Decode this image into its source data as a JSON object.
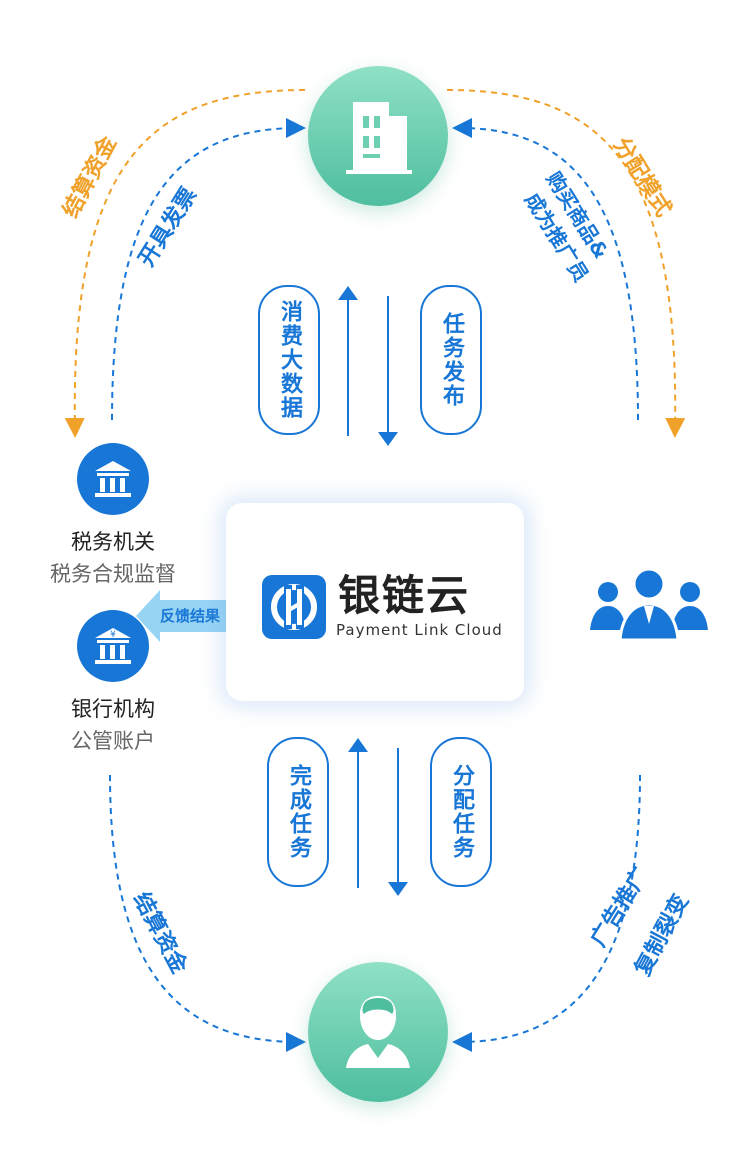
{
  "nodes": {
    "platform": {
      "name": "银链云",
      "subtitle": "Payment Link Cloud"
    },
    "tax": {
      "title": "税务机关",
      "subtitle": "税务合规监督"
    },
    "bank": {
      "title": "银行机构",
      "subtitle": "公管账户",
      "feedback": "反馈结果"
    }
  },
  "top_labels": {
    "left_outer": "结算资金",
    "left_inner": "开具发票",
    "right_outer": "分配模式",
    "right_inner_line1": "购买商品&",
    "right_inner_line2": "成为推广员"
  },
  "upper_pills": {
    "left": "消费大数据",
    "right": "任务发布"
  },
  "lower_pills": {
    "left": "完成任务",
    "right": "分配任务"
  },
  "bottom_labels": {
    "left": "结算资金",
    "right_line1": "复制裂变",
    "right_line2": "广告推广"
  },
  "colors": {
    "teal": "#5cc6a8",
    "blue": "#1877d6",
    "orange": "#f0a12a",
    "light_blue": "#59b8ee"
  }
}
